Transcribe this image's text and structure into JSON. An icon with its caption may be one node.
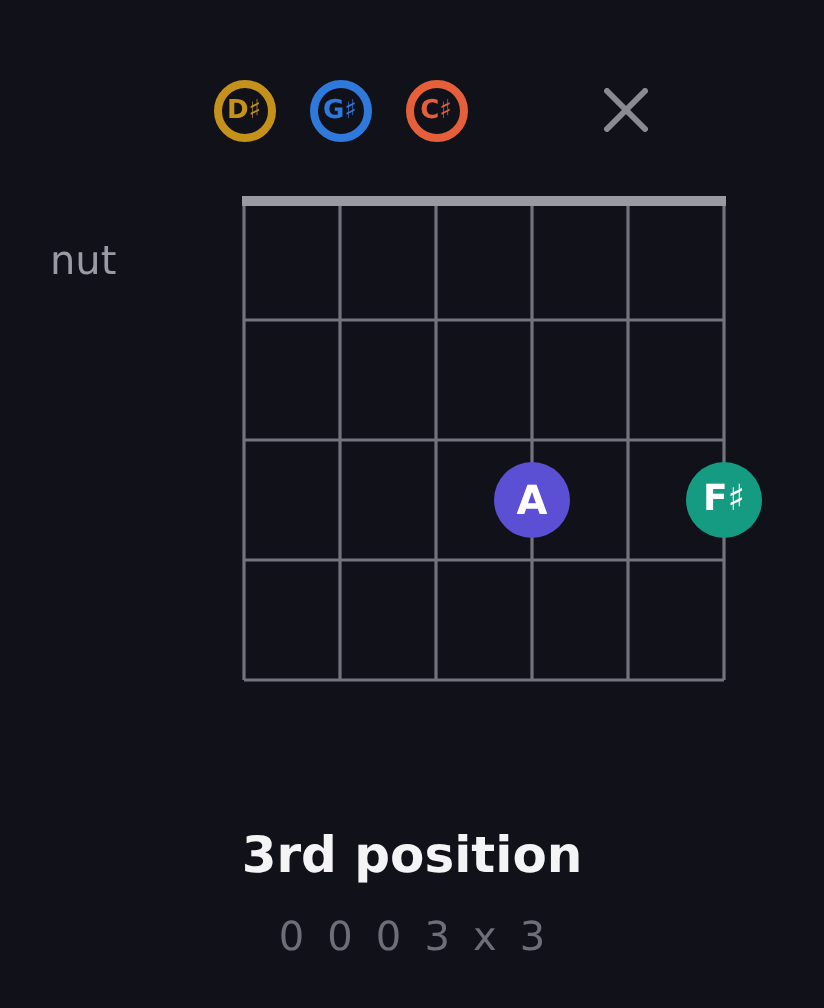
{
  "diagram": {
    "title": "3rd position",
    "nodes": [
      {
        "text": [
          "D♯"
        ]
      },
      {
        "text": [
          "G♯"
        ]
      },
      {
        "text": [
          "C♯"
        ]
      },
      {
        "text": [
          "A"
        ]
      },
      {
        "text": [
          "F♯"
        ]
      }
    ],
    "labels": [
      "nut",
      "0 0 0 3 x 3"
    ]
  }
}
